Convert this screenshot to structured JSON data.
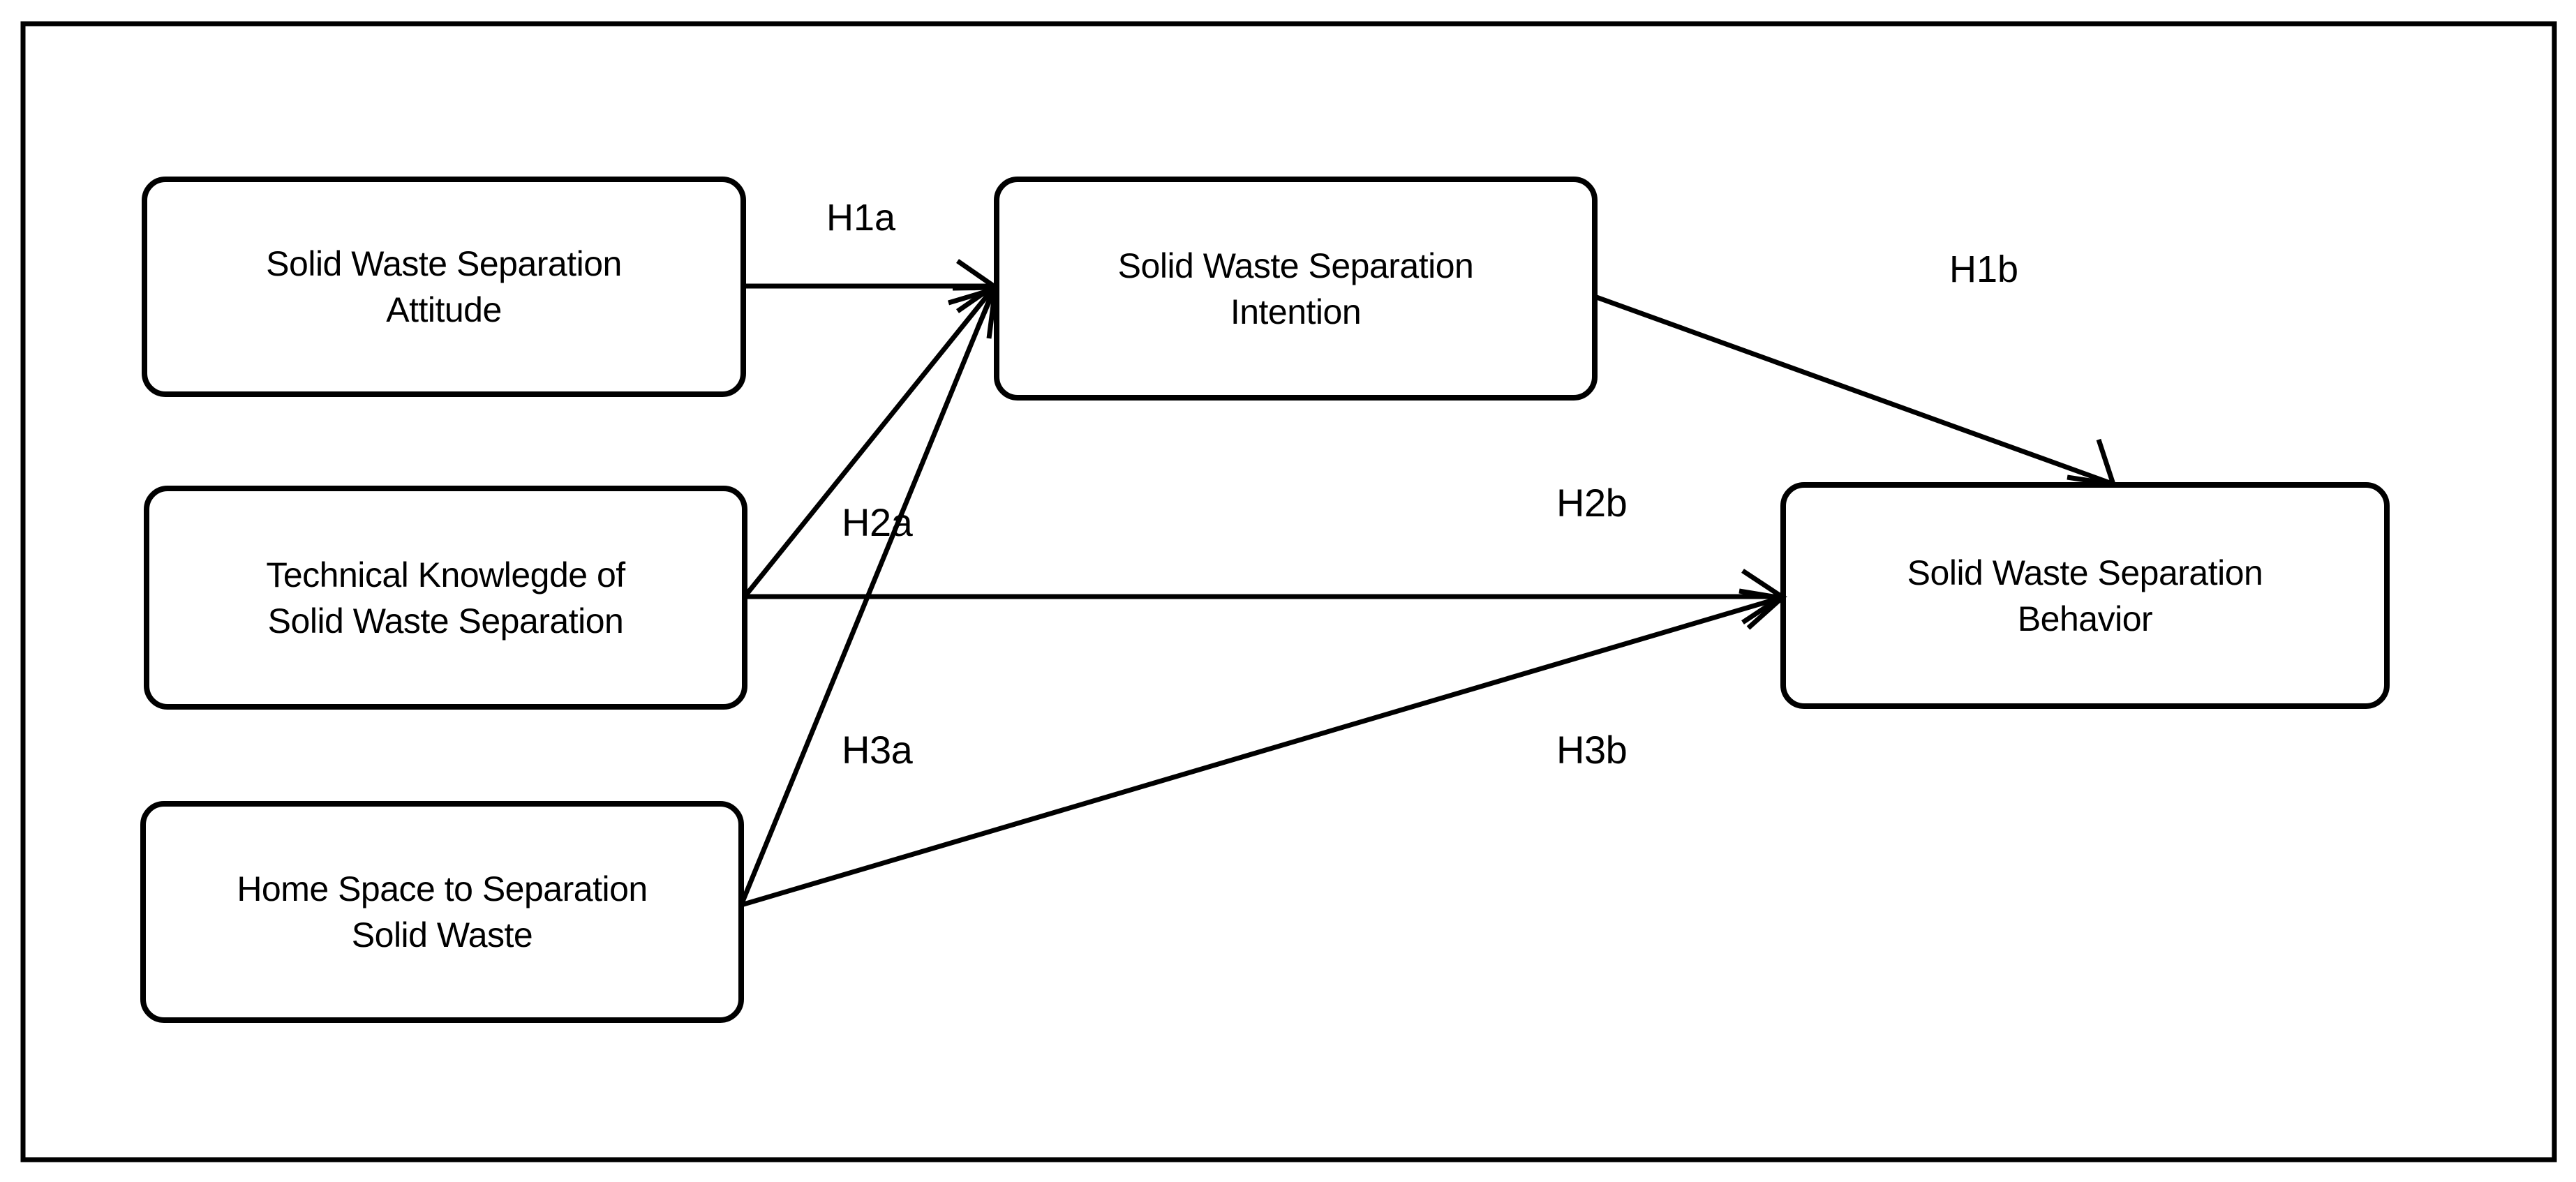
{
  "figure": {
    "type": "conceptual-research-model",
    "frame": {
      "stroke_color": "#000000",
      "fill_color": "#ffffff"
    },
    "nodes": [
      {
        "id": "attitude",
        "name": "solid-waste-separation-attitude",
        "label": "Solid Waste Separation\nAttitude",
        "role": "independent-variable"
      },
      {
        "id": "technical_knowledge",
        "name": "technical-knowledge-of-solid-waste-separation",
        "label": "Technical Knowlegde of\nSolid Waste Separation",
        "role": "independent-variable"
      },
      {
        "id": "home_space",
        "name": "home-space-to-separation-solid-waste",
        "label": "Home Space to Separation\nSolid Waste",
        "role": "independent-variable"
      },
      {
        "id": "intention",
        "name": "solid-waste-separation-intention",
        "label": "Solid Waste Separation\nIntention",
        "role": "mediator-variable"
      },
      {
        "id": "behavior",
        "name": "solid-waste-separation-behavior",
        "label": "Solid Waste Separation\nBehavior",
        "role": "dependent-variable"
      }
    ],
    "edges": [
      {
        "id": "h1a",
        "label": "H1a",
        "from": "attitude",
        "to": "intention",
        "style": "wide"
      },
      {
        "id": "h1b",
        "label": "H1b",
        "from": "intention",
        "to": "behavior",
        "style": "wide"
      },
      {
        "id": "h2a",
        "label": "H2a",
        "from": "technical_knowledge",
        "to": "intention",
        "style": "narrow"
      },
      {
        "id": "h2b",
        "label": "H2b",
        "from": "technical_knowledge",
        "to": "behavior",
        "style": "narrow"
      },
      {
        "id": "h3a",
        "label": "H3a",
        "from": "home_space",
        "to": "intention",
        "style": "narrow"
      },
      {
        "id": "h3b",
        "label": "H3b",
        "from": "home_space",
        "to": "behavior",
        "style": "narrow"
      }
    ]
  }
}
